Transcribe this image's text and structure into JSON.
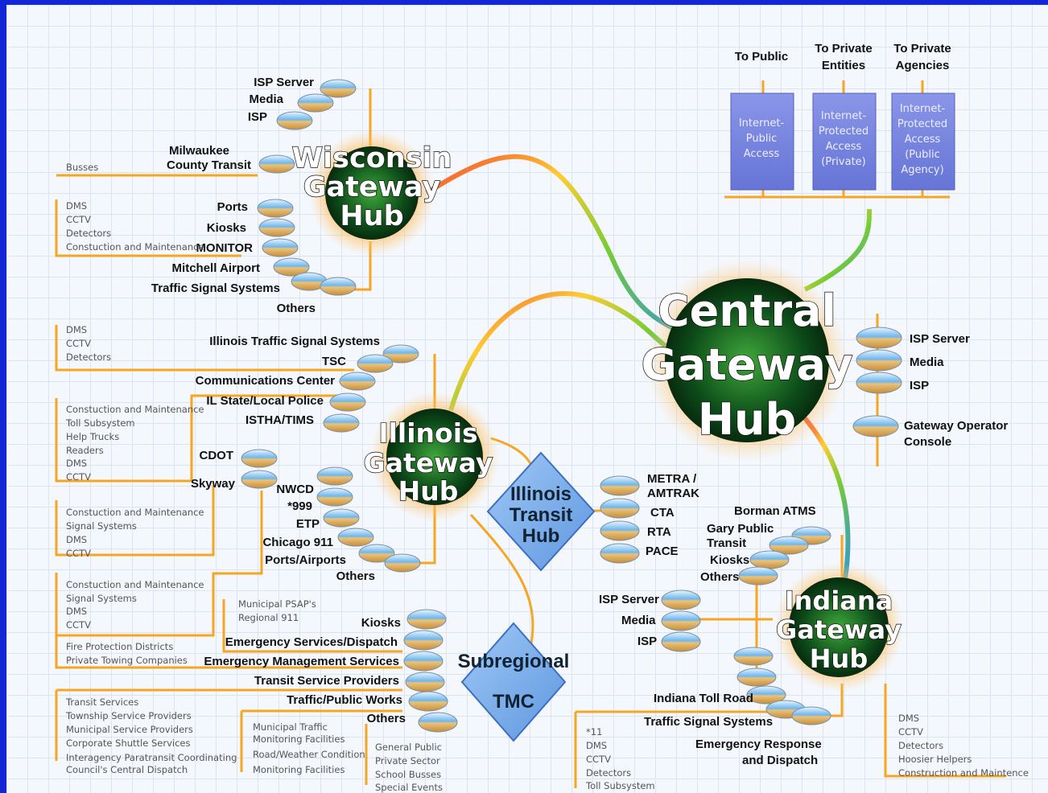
{
  "hubs": {
    "central": [
      "Central",
      "Gateway",
      "Hub"
    ],
    "wisconsin": [
      "Wisconsin",
      "Gateway",
      "Hub"
    ],
    "illinois": [
      "Illinois",
      "Gateway",
      "Hub"
    ],
    "indiana": [
      "Indiana",
      "Gateway",
      "Hub"
    ],
    "illinois_transit": [
      "Illinois",
      "Transit",
      "Hub"
    ],
    "subregional": [
      "Subregional",
      "TMC"
    ]
  },
  "access": {
    "headers": [
      "To Public",
      "To Private",
      "Entities",
      "To Private",
      "Agencies"
    ],
    "box1": [
      "Internet-",
      "Public",
      "Access"
    ],
    "box2": [
      "Internet-",
      "Protected",
      "Access",
      "(Private)"
    ],
    "box3": [
      "Internet-",
      "Protected",
      "Access",
      "(Public",
      "Agency)"
    ]
  },
  "central_nodes": [
    "ISP Server",
    "Media",
    "ISP",
    "Gateway Operator",
    "Console"
  ],
  "wisconsin_nodes": [
    "ISP Server",
    "Media",
    "ISP",
    "Milwaukee",
    "County Transit",
    "Ports",
    "Kiosks",
    "MONITOR",
    "Mitchell Airport",
    "Traffic Signal Systems",
    "Others"
  ],
  "wisconsin_small": [
    "Busses",
    "DMS",
    "CCTV",
    "Detectors",
    "Constuction and Maintenance"
  ],
  "illinois_nodes": [
    "Illinois Traffic Signal Systems",
    "TSC",
    "Communications Center",
    "IL State/Local Police",
    "ISTHA/TIMS",
    "CDOT",
    "Skyway",
    "NWCD",
    "*999",
    "ETP",
    "Chicago 911",
    "Ports/Airports",
    "Others"
  ],
  "illinois_small": [
    "DMS",
    "CCTV",
    "Detectors",
    "Constuction and Maintenance",
    "Toll Subsystem",
    "Help Trucks",
    "Readers",
    "DMS",
    "CCTV",
    "Constuction and Maintenance",
    "Signal Systems",
    "DMS",
    "CCTV"
  ],
  "transit_nodes": [
    "METRA /",
    "AMTRAK",
    "CTA",
    "RTA",
    "PACE"
  ],
  "indiana_nodes": [
    "Borman ATMS",
    "Gary Public",
    "Transit",
    "Kiosks",
    "Others",
    "ISP Server",
    "Media",
    "ISP",
    "Indiana Toll Road",
    "Traffic Signal Systems",
    "Emergency Response",
    "and Dispatch"
  ],
  "indiana_small": [
    "*11",
    "DMS",
    "CCTV",
    "Detectors",
    "Toll Subsystem",
    "DMS",
    "CCTV",
    "Detectors",
    "Hoosier Helpers",
    "Construction and Maintence"
  ],
  "tmc_nodes": [
    "Kiosks",
    "Emergency Services/Dispatch",
    "Emergency Management Services",
    "Transit Service Providers",
    "Traffic/Public Works",
    "Others"
  ],
  "tmc_small": [
    "Constuction and Maintenance",
    "Signal Systems",
    "DMS",
    "CCTV",
    "Municipal PSAP's",
    "Regional 911",
    "Fire Protection Districts",
    "Private Towing Companies",
    "Transit Services",
    "Township Service Providers",
    "Municipal Service Providers",
    "Corporate Shuttle Services",
    "Interagency Paratransit Coordinating",
    "Council's Central Dispatch",
    "Municipal Traffic",
    "Monitoring Facilities",
    "Road/Weather Condition",
    "Monitoring Facilities",
    "General Public",
    "Private Sector",
    "School Busses",
    "Special Events"
  ]
}
